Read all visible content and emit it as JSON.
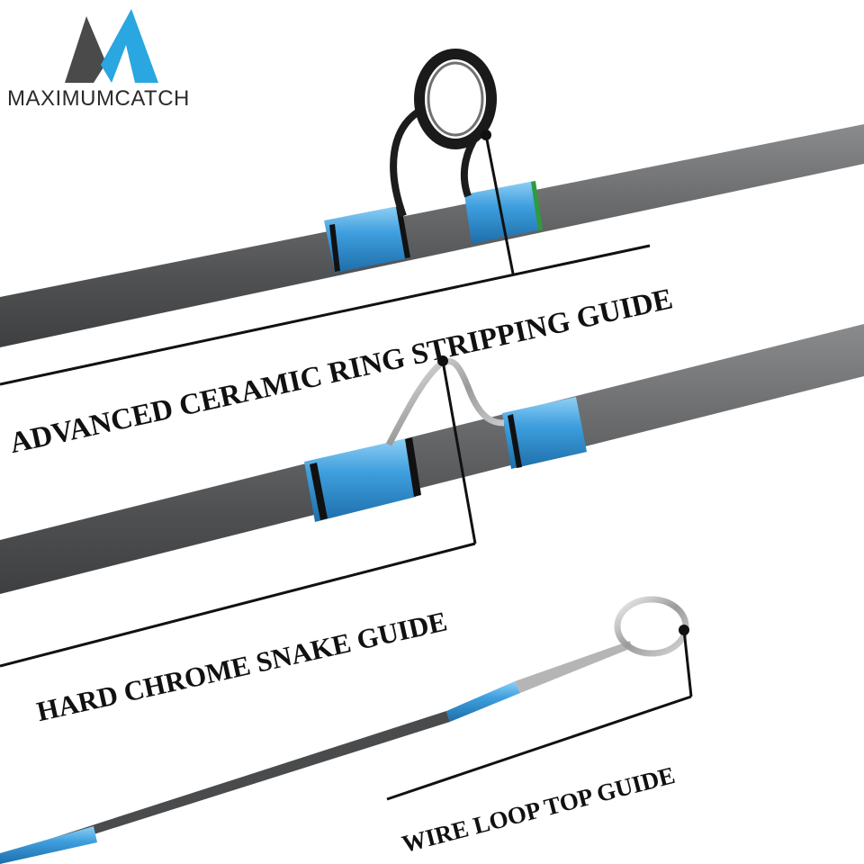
{
  "brand": {
    "name": "MAXIMUMCATCH",
    "logo_icon": "m-fish-tail-logo-icon",
    "colors": {
      "logo_dark": "#4a4a4a",
      "logo_blue": "#2aa6e0"
    }
  },
  "callouts": [
    {
      "id": "ceramic",
      "label": "ADVANCED CERAMIC RING STRIPPING GUIDE"
    },
    {
      "id": "snake",
      "label": "HARD CHROME SNAKE GUIDE"
    },
    {
      "id": "wire",
      "label": "WIRE LOOP TOP GUIDE"
    }
  ],
  "colors": {
    "rod_blank": "#5f6062",
    "wrap_blue": "#3f9fde",
    "callout_line": "#111111",
    "background": "#ffffff"
  }
}
